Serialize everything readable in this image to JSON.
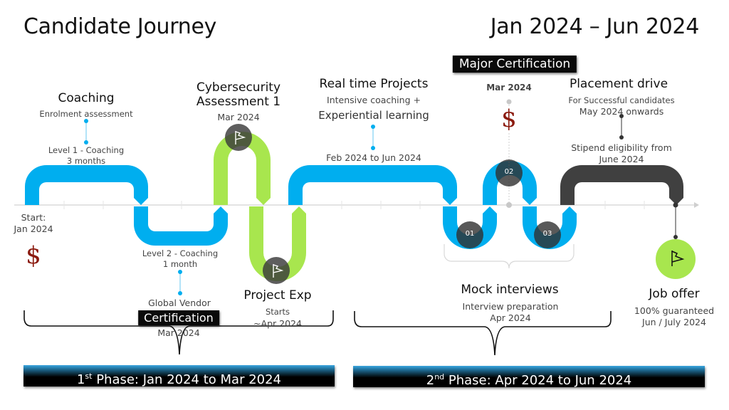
{
  "header": {
    "title": "Candidate Journey",
    "date_range": "Jan 2024 – Jun 2024"
  },
  "colors": {
    "blue_track": "#00AEEF",
    "green_track": "#A8E64E",
    "dark_track": "#404040",
    "dollar": "#8B1A0E",
    "axis": "#e3e3e3"
  },
  "start": {
    "label_line1": "Start:",
    "label_line2": "Jan 2024",
    "icon": "dollar-icon"
  },
  "coaching": {
    "title": "Coaching",
    "subtitle": "Enrolment  assessment",
    "level1_line1": "Level 1 - Coaching",
    "level1_line2": "3 months",
    "level2_line1": "Level 2 - Coaching",
    "level2_line2": "1 month"
  },
  "vendor_cert": {
    "line1": "Global Vendor",
    "badge": "Certification",
    "date": "Mar 2024"
  },
  "cyber": {
    "title_line1": "Cybersecurity",
    "title_line2": "Assessment 1",
    "date": "Mar 2024",
    "icon": "flag-icon"
  },
  "project_exp": {
    "title": "Project Exp",
    "line1": "Starts",
    "line2": "~Apr 2024",
    "icon": "flag-icon"
  },
  "realtime": {
    "title": "Real time Projects",
    "line1": "Intensive coaching +",
    "line2": "Experiential learning",
    "dates": "Feb 2024 to Jun 2024"
  },
  "major_cert": {
    "badge": "Major Certification",
    "date": "Mar 2024",
    "icon": "dollar-icon"
  },
  "mock": {
    "steps": [
      "01",
      "02",
      "03"
    ],
    "title": "Mock interviews",
    "line1": "Interview preparation",
    "line2": "Apr 2024"
  },
  "placement": {
    "title": "Placement drive",
    "line1": "For Successful candidates",
    "line2": "May 2024 onwards",
    "stipend_line1": "Stipend eligibility from",
    "stipend_line2": "June 2024"
  },
  "job_offer": {
    "title": "Job offer",
    "line1": "100% guaranteed",
    "line2": "Jun / July 2024",
    "icon": "flag-icon"
  },
  "phases": [
    {
      "ordinal": "1",
      "suffix": "st",
      "label": " Phase: Jan 2024 to Mar 2024"
    },
    {
      "ordinal": "2",
      "suffix": "nd",
      "label": " Phase: Apr 2024 to Jun 2024"
    }
  ]
}
